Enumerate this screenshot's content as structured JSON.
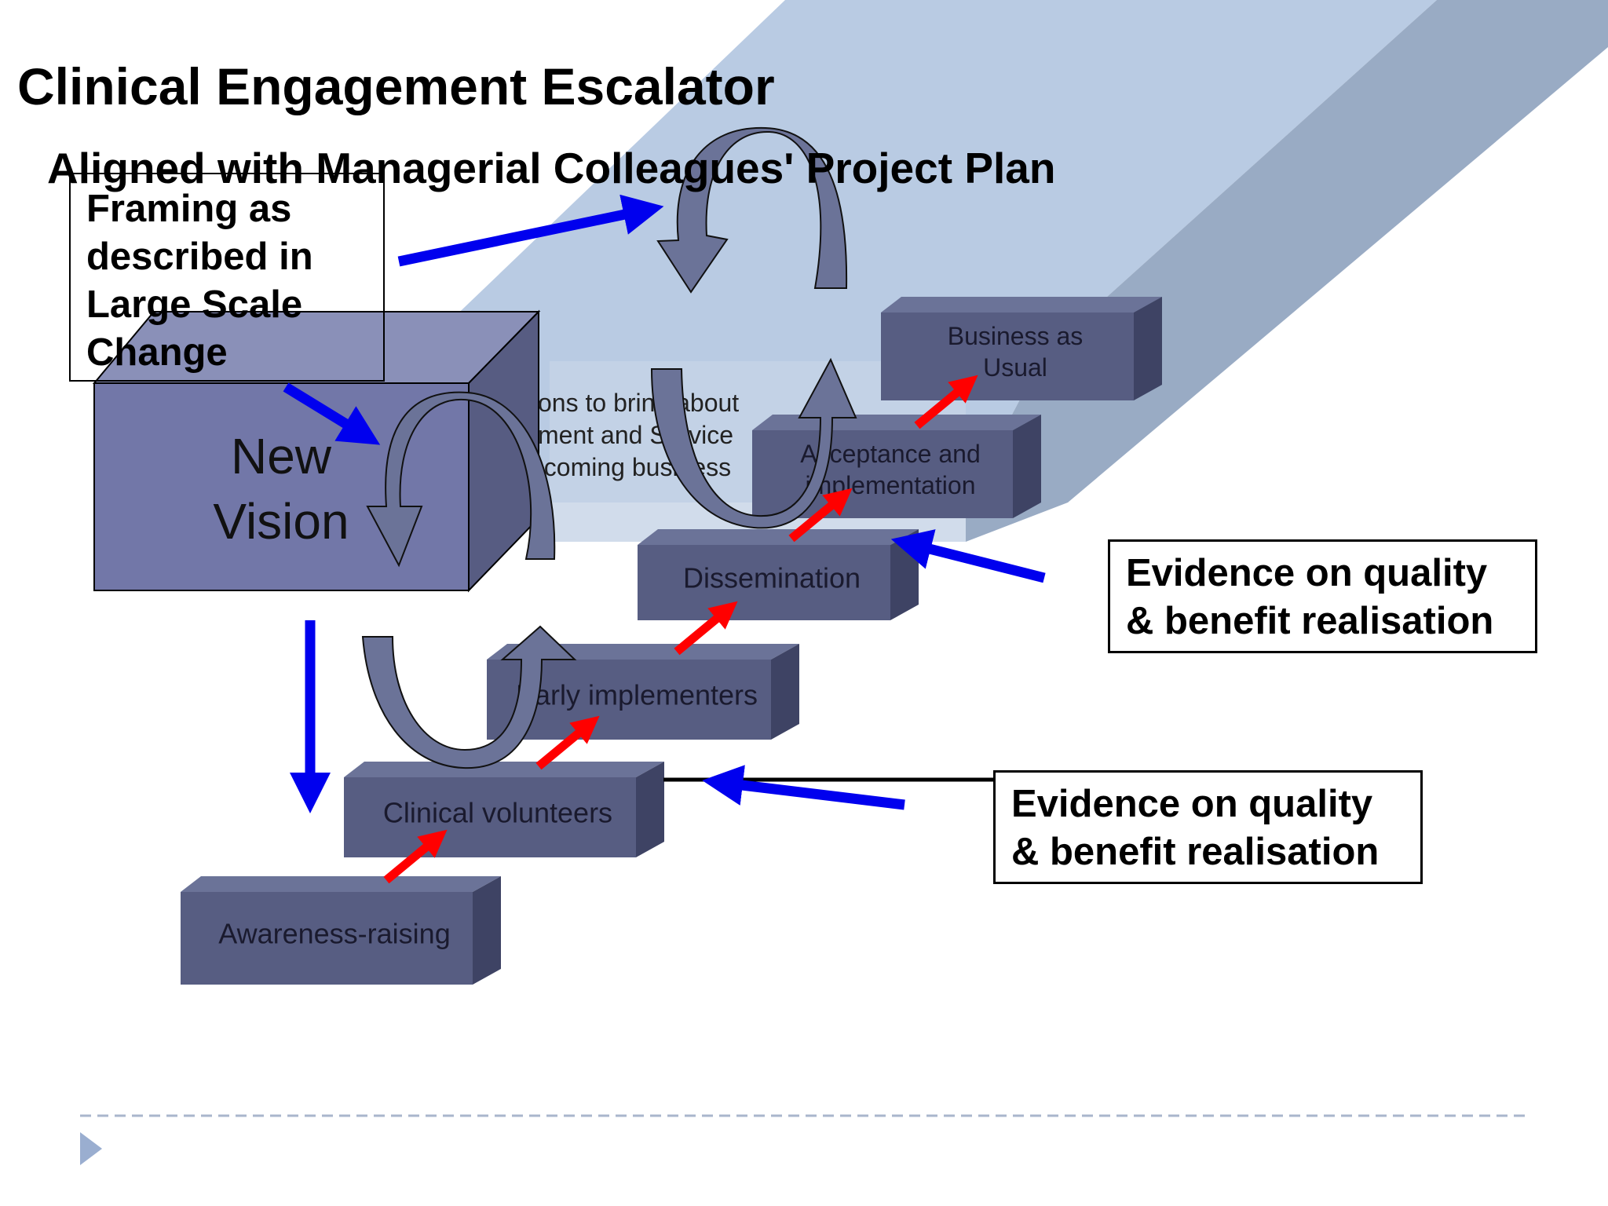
{
  "slide": {
    "title": "Clinical Engagement Escalator",
    "subtitle": "Aligned with Managerial Colleagues' Project Plan"
  },
  "framing_box": {
    "lines": [
      "Framing as",
      "described in",
      "Large Scale",
      "Change"
    ]
  },
  "new_vision": {
    "lines": [
      "New",
      "Vision"
    ]
  },
  "background_text": {
    "lines": [
      "ons to bring about",
      "ment and Service",
      "ecoming business"
    ]
  },
  "steps": [
    {
      "id": "awareness",
      "lines": [
        "Awareness-raising"
      ]
    },
    {
      "id": "clinical-volunteers",
      "lines": [
        "Clinical volunteers"
      ]
    },
    {
      "id": "early-implementers",
      "lines": [
        "Early implementers"
      ]
    },
    {
      "id": "dissemination",
      "lines": [
        "Dissemination"
      ]
    },
    {
      "id": "acceptance",
      "lines": [
        "Acceptance and",
        "implementation"
      ]
    },
    {
      "id": "business-as-usual",
      "lines": [
        "Business as",
        "Usual"
      ]
    }
  ],
  "evidence_boxes": [
    {
      "lines": [
        "Evidence on quality",
        "& benefit realisation"
      ]
    },
    {
      "lines": [
        "Evidence on quality",
        "& benefit realisation"
      ]
    }
  ],
  "colors": {
    "escalator_band": "#b9cbe3",
    "escalator_band_side": "#8ea3bf",
    "step_top": "#6b7398",
    "step_front": "#575d82",
    "step_side": "#3e4364",
    "step_text": "#1a1a2e",
    "box_front": "#7277a8",
    "box_top": "#8a90b8",
    "box_side": "#575c82",
    "curl_arrow": "#6b7398",
    "blue_arrow": "#0000ee",
    "red_arrow": "#ff0000",
    "dash_line": "#a9b6cc",
    "footer_icon": "#9aaed0"
  },
  "icons": {
    "curl_arrows": "curl-arrow-icon",
    "footer": "triangle-bullet-icon"
  }
}
